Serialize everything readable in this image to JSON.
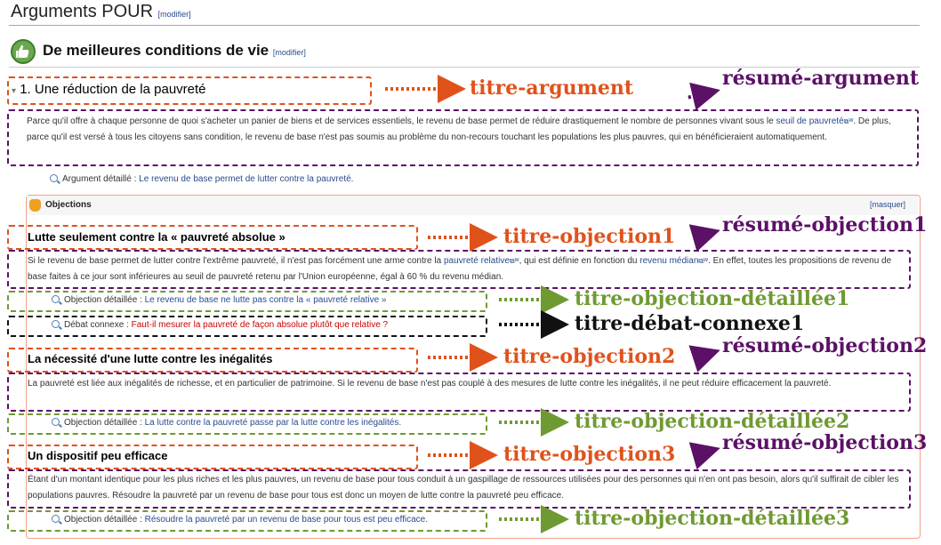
{
  "page": {
    "title": "Arguments POUR",
    "edit_label": "[modifier]"
  },
  "section": {
    "title": "De meilleures conditions de vie",
    "edit_label": "[modifier]"
  },
  "argument": {
    "toggle": "▾",
    "title": "1. Une réduction de la pauvreté",
    "summary_part1": "Parce qu'il offre à chaque personne de quoi s'acheter un panier de biens et de services essentiels, le revenu de base permet de réduire drastiquement le nombre de personnes vivant sous le ",
    "summary_link": "seuil de pauvreté",
    "summary_part2": ". De plus, parce qu'il est versé à tous les citoyens sans condition, le revenu de base n'est pas soumis au problème du non-recours touchant les populations les plus pauvres, qui en bénéficieraient automatiquement.",
    "ext_marker": "⧉ᵂ",
    "detail_label": "Argument détaillé : ",
    "detail_link": "Le revenu de base permet de lutter contre la pauvreté."
  },
  "objections": {
    "header": "Objections",
    "hide_label": "[masquer]",
    "items": [
      {
        "title": "Lutte seulement contre la « pauvreté absolue »",
        "summary_part1": "Si le revenu de base permet de lutter contre l'extrême pauvreté, il n'est pas forcément une arme contre la ",
        "summary_link1": "pauvreté relative",
        "summary_part2": ", qui est définie en fonction du ",
        "summary_link2": "revenu médian",
        "summary_part3": ". En effet, toutes les propositions de revenu de base faites à ce jour sont inférieures au seuil de pauvreté retenu par l'Union européenne, égal à 60 % du revenu médian.",
        "detail_label": "Objection détaillée : ",
        "detail_link": "Le revenu de base ne lutte pas contre la « pauvreté relative »",
        "debate_label": "Débat connexe : ",
        "debate_link": "Faut-il mesurer la pauvreté de façon absolue plutôt que relative ?"
      },
      {
        "title": "La nécessité d'une lutte contre les inégalités",
        "summary": "La pauvreté est liée aux inégalités de richesse, et en particulier de patrimoine. Si le revenu de base n'est pas couplé à des mesures de lutte contre les inégalités, il ne peut réduire efficacement la pauvreté.",
        "detail_label": "Objection détaillée : ",
        "detail_link": "La lutte contre la pauvreté passe par la lutte contre les inégalités."
      },
      {
        "title": "Un dispositif peu efficace",
        "summary": "Étant d'un montant identique pour les plus riches et les plus pauvres, un revenu de base pour tous conduit à un gaspillage de ressources utilisées pour des personnes qui n'en ont pas besoin, alors qu'il suffirait de cibler les populations pauvres. Résoudre la pauvreté par un revenu de base pour tous est donc un moyen de lutte contre la pauvreté peu efficace.",
        "detail_label": "Objection détaillée : ",
        "detail_link": "Résoudre la pauvreté par un revenu de base pour tous est peu efficace."
      }
    ]
  },
  "annotations": {
    "titre_argument": "titre-argument",
    "resume_argument": "résumé-argument",
    "titre_objection1": "titre-objection1",
    "resume_objection1": "résumé-objection1",
    "titre_objection_detaillee1": "titre-objection-détaillée1",
    "titre_debat_connexe1": "titre-débat-connexe1",
    "titre_objection2": "titre-objection2",
    "resume_objection2": "résumé-objection2",
    "titre_objection_detaillee2": "titre-objection-détaillée2",
    "titre_objection3": "titre-objection3",
    "resume_objection3": "résumé-objection3",
    "titre_objection_detaillee3": "titre-objection-détaillée3"
  },
  "colors": {
    "orange": "#e0521b",
    "purple": "#5b1166",
    "green": "#6f9a32",
    "link": "#2a4b8d",
    "objection_red": "#cc0000"
  },
  "icons": {
    "section_icon": "thumbs-up-icon",
    "objections_icon": "hand-icon",
    "detail_icon": "magnifier-icon"
  }
}
